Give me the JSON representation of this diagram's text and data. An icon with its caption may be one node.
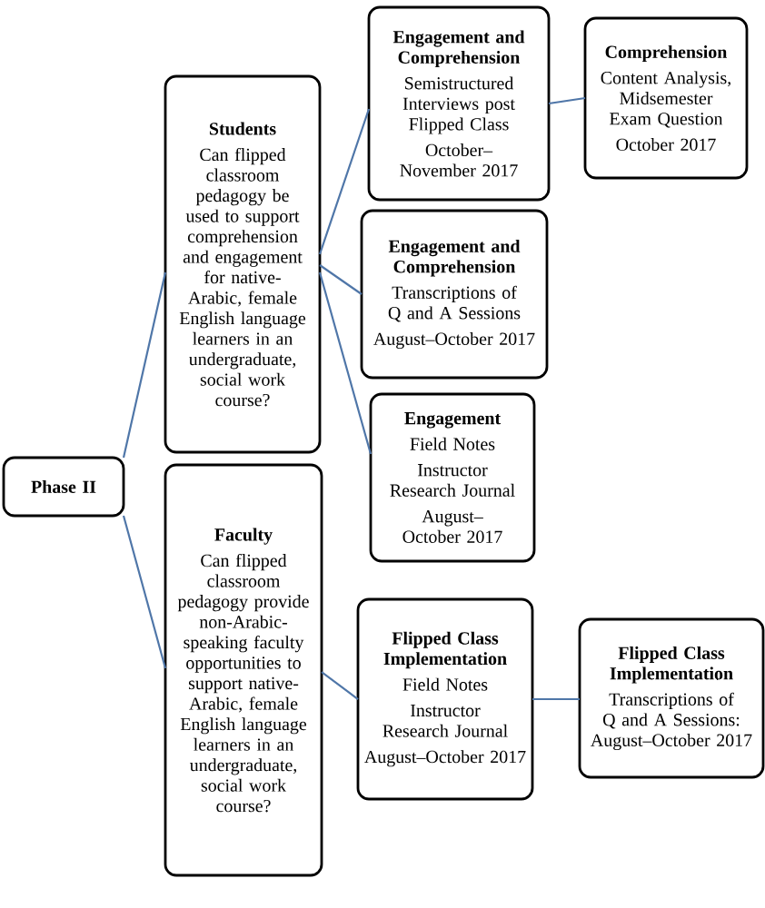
{
  "diagram": {
    "nodes": [
      {
        "text": [
          "Phase II"
        ]
      },
      {
        "text": [
          "Students",
          "Can flipped classroom pedagogy be used to support comprehension and engagement for native-Arabic, female English language learners in an undergraduate, social work course?"
        ]
      },
      {
        "text": [
          "Engagement and Comprehension",
          "Semistructured Interviews post Flipped Class",
          "October–November 2017"
        ]
      },
      {
        "text": [
          "Comprehension",
          "Content Analysis, Midsemester Exam Question",
          "October 2017"
        ]
      },
      {
        "text": [
          "Engagement and Comprehension",
          "Transcriptions of Q and A Sessions",
          "August–October 2017"
        ]
      },
      {
        "text": [
          "Engagement",
          "Field Notes",
          "Instructor Research Journal",
          "August–October 2017"
        ]
      },
      {
        "text": [
          "Faculty",
          "Can flipped classroom pedagogy provide non-Arabic-speaking faculty opportunities to support native-Arabic, female English language learners in an undergraduate, social work course?"
        ]
      },
      {
        "text": [
          "Flipped Class Implementation",
          "Field Notes",
          "Instructor Research Journal",
          "August–October 2017"
        ]
      },
      {
        "text": [
          "Flipped Class Implementation",
          "Transcriptions of Q and A Sessions: August–October 2017"
        ]
      }
    ],
    "edges": [
      {
        "from": 0,
        "to": 1,
        "arrow": "none"
      },
      {
        "from": 0,
        "to": 6,
        "arrow": "none"
      },
      {
        "from": 1,
        "to": 2,
        "arrow": "none"
      },
      {
        "from": 1,
        "to": 4,
        "arrow": "none"
      },
      {
        "from": 1,
        "to": 5,
        "arrow": "none"
      },
      {
        "from": 2,
        "to": 3,
        "arrow": "none"
      },
      {
        "from": 6,
        "to": 7,
        "arrow": "none"
      },
      {
        "from": 7,
        "to": 8,
        "arrow": "none"
      }
    ]
  }
}
